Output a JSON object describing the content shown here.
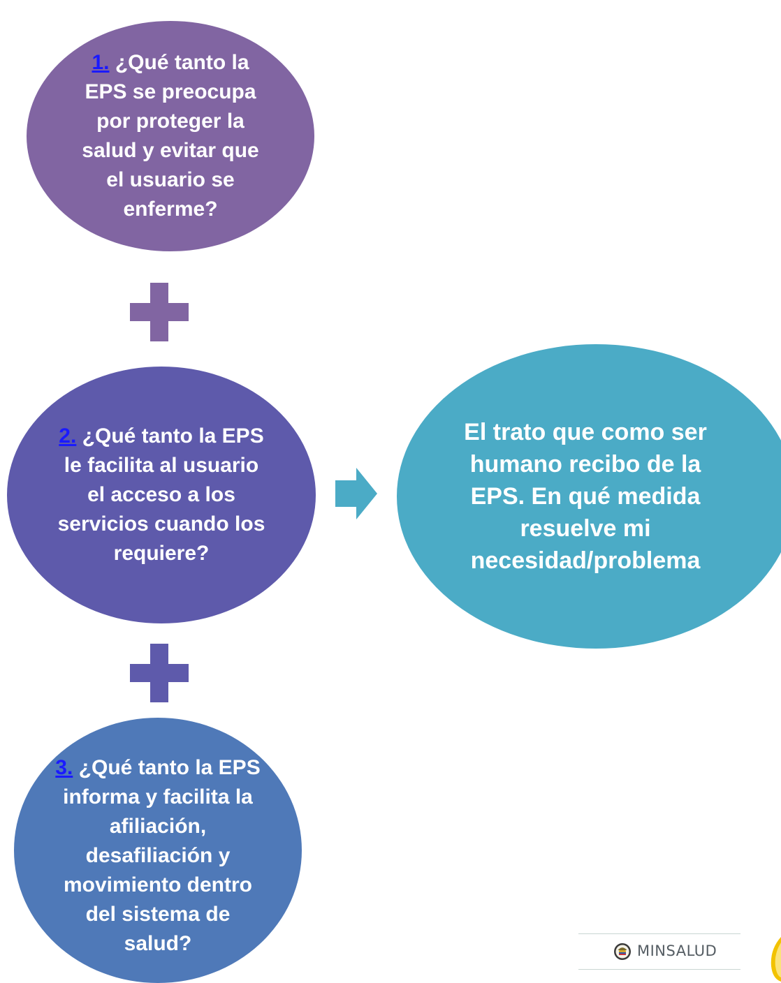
{
  "nodes": [
    {
      "number": "1.",
      "text": " ¿Qué tanto la EPS se preocupa por proteger la salud y evitar que el usuario se enferme?"
    },
    {
      "number": "2.",
      "text": " ¿Qué tanto la EPS le facilita al usuario el acceso a los servicios cuando los requiere?"
    },
    {
      "number": "3.",
      "text": " ¿Qué tanto la EPS informa y facilita la afiliación, desafiliación y movimiento dentro del sistema de salud?"
    }
  ],
  "result": {
    "text": "El trato que como ser humano recibo de la EPS. En qué medida resuelve mi necesidad/problema"
  },
  "footer": {
    "logo_text": "MINSALUD"
  },
  "colors": {
    "node1": "#8165a2",
    "node2": "#5e5aab",
    "node3": "#4f79b8",
    "result": "#4babc6",
    "link": "#1a1aff"
  },
  "icons": [
    "plus-icon",
    "arrow-right-icon",
    "colombia-seal-icon"
  ]
}
